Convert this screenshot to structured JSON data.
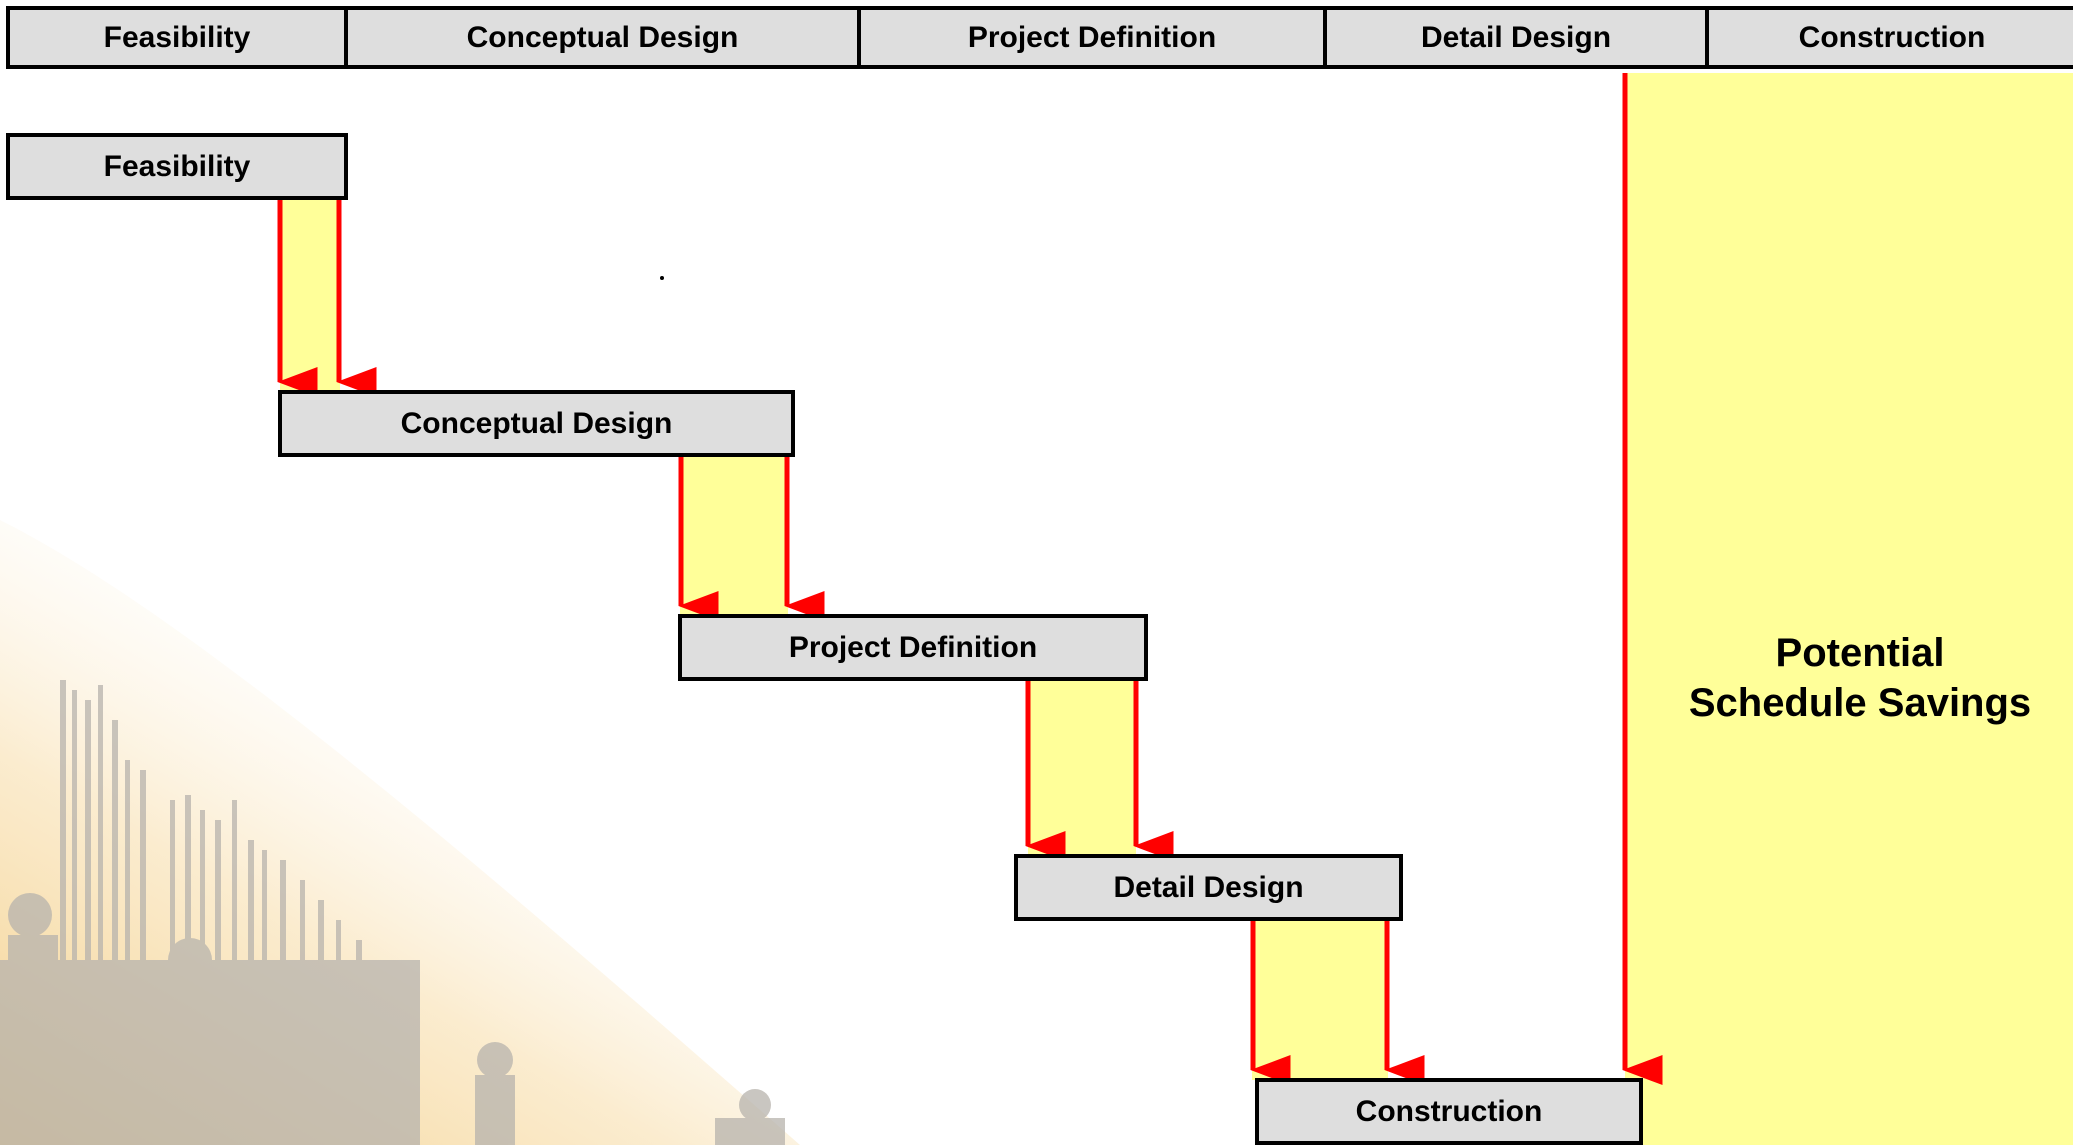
{
  "header": {
    "phases": [
      "Feasibility",
      "Conceptual Design",
      "Project Definition",
      "Detail Design",
      "Construction"
    ]
  },
  "steps": [
    "Feasibility",
    "Conceptual Design",
    "Project Definition",
    "Detail Design",
    "Construction"
  ],
  "savings": {
    "line1": "Potential",
    "line2": "Schedule Savings"
  },
  "colors": {
    "box_fill": "#dedede",
    "arrow": "#ff0000",
    "highlight": "#ffff99",
    "silhouette": "#b7b3ad"
  }
}
